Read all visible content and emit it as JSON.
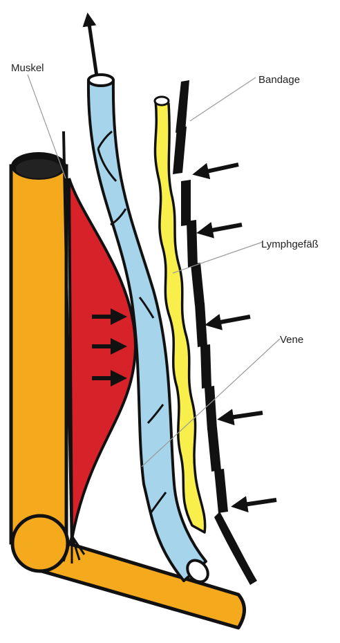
{
  "labels": {
    "muskel": "Muskel",
    "bandage": "Bandage",
    "lymph": "Lymphgefäß",
    "vene": "Vene"
  },
  "colors": {
    "bone": "#f4aa1c",
    "muscle": "#d8222a",
    "vein": "#a6d4ea",
    "lymph": "#f9ef4c",
    "outline": "#111111"
  }
}
